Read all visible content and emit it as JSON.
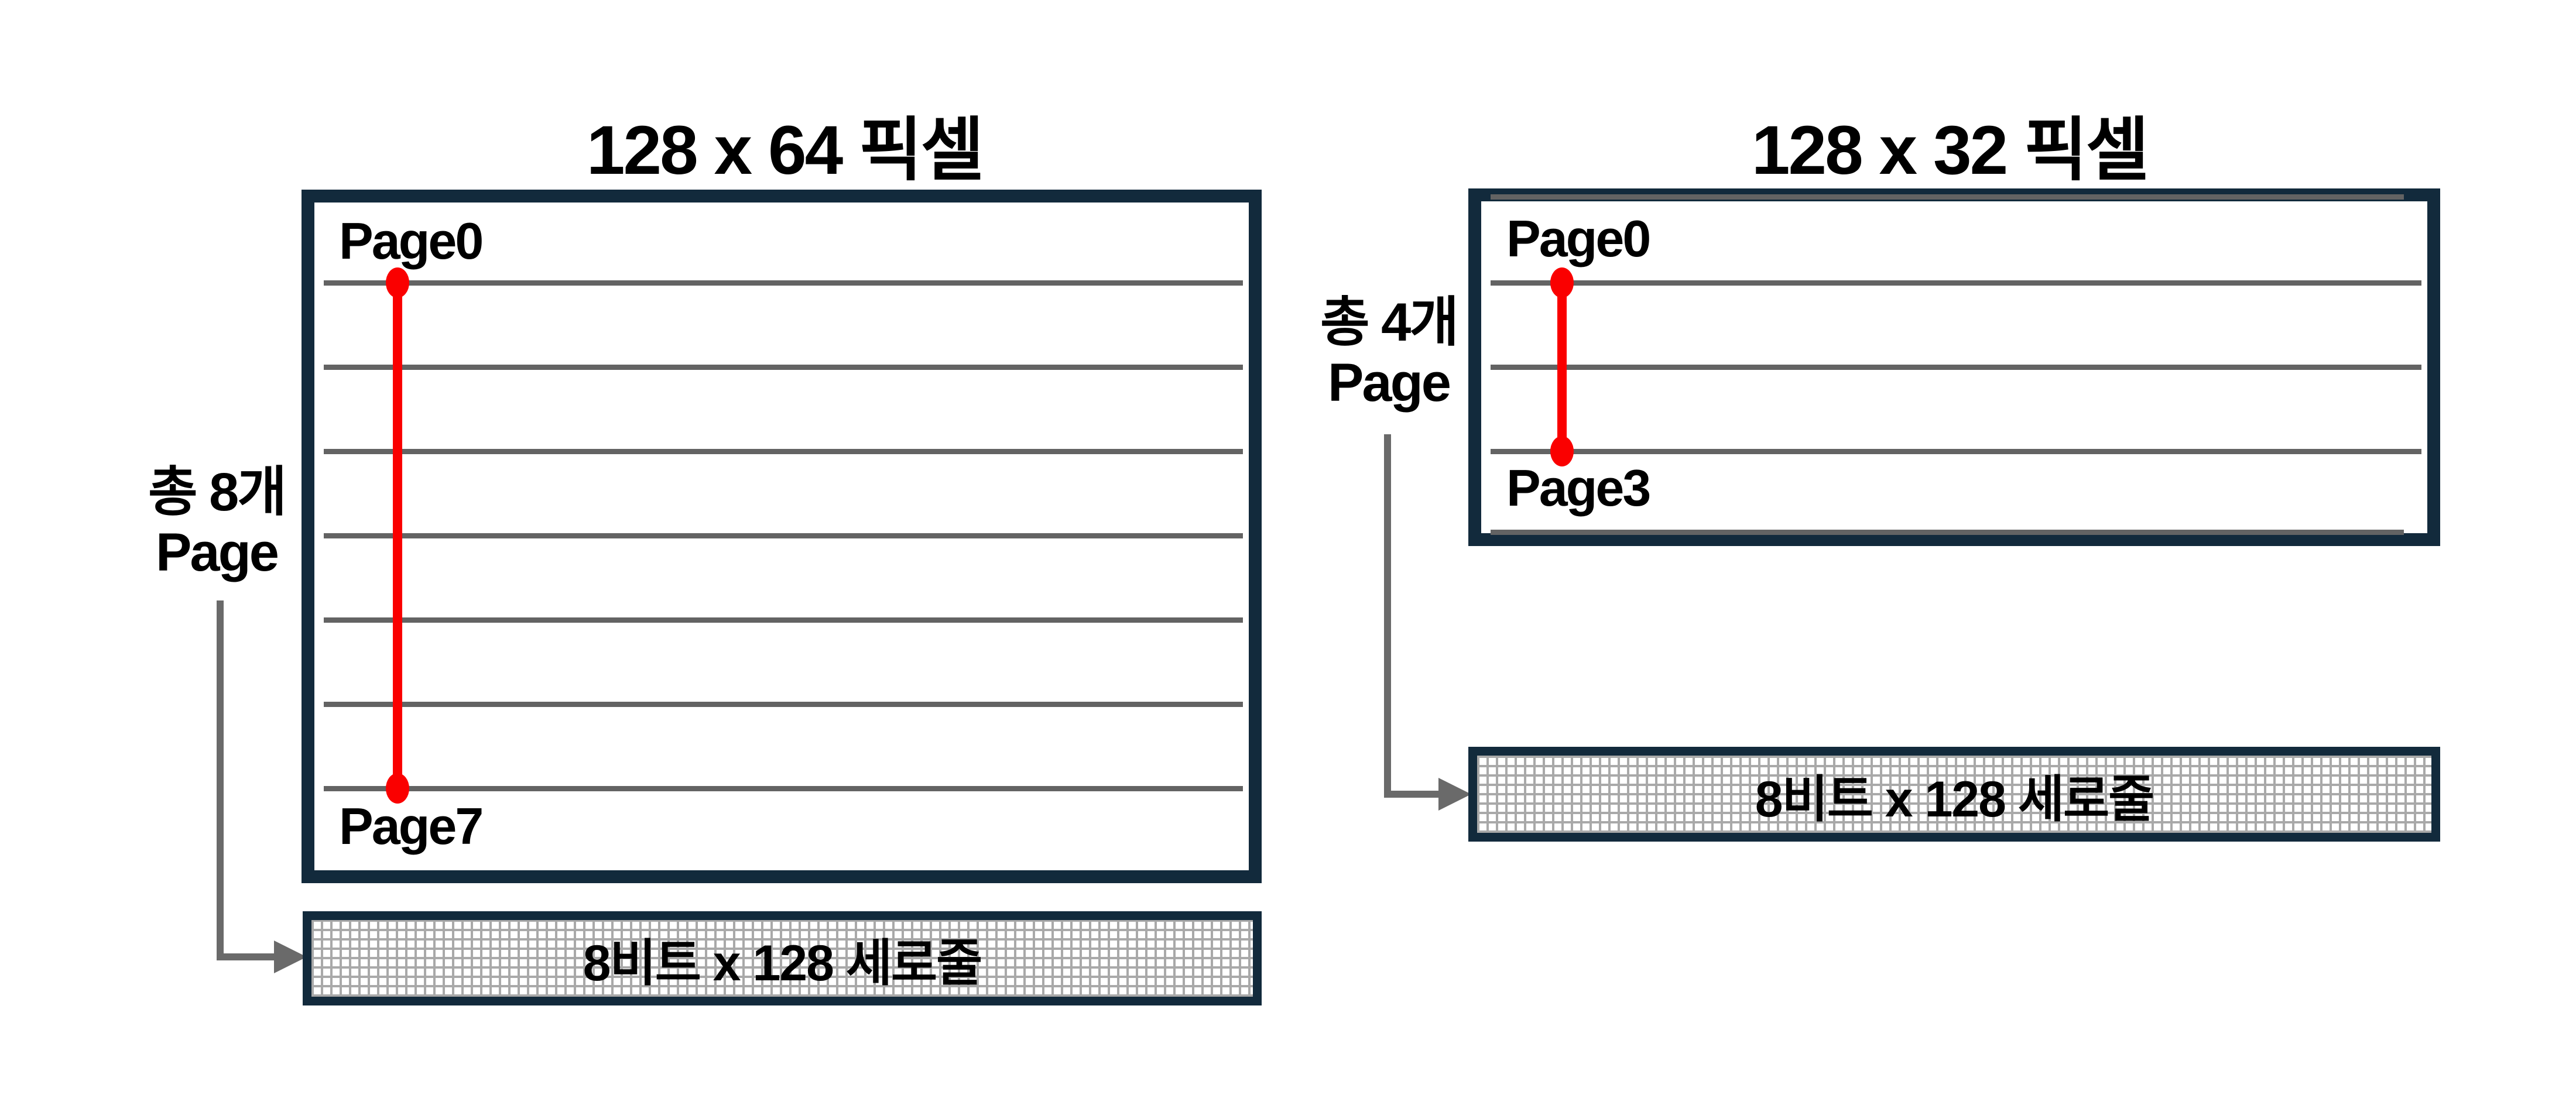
{
  "diagram": {
    "left": {
      "title": "128 x 64 픽셀",
      "page_top_label": "Page0",
      "page_bottom_label": "Page7",
      "side_label_line1": "총 8개",
      "side_label_line2": "Page",
      "column_label": "8비트 x 128 세로줄"
    },
    "right": {
      "title": "128 x 32 픽셀",
      "page_top_label": "Page0",
      "page_bottom_label": "Page3",
      "side_label_line1": "총 4개",
      "side_label_line2": "Page",
      "column_label": "8비트 x 128 세로줄"
    },
    "colors": {
      "border_navy": "#122a3c",
      "line_gray": "#636363",
      "arrow_gray": "#6a6a6a",
      "accent_red": "#fa0000",
      "grid_gray": "#a9a9a9"
    }
  }
}
